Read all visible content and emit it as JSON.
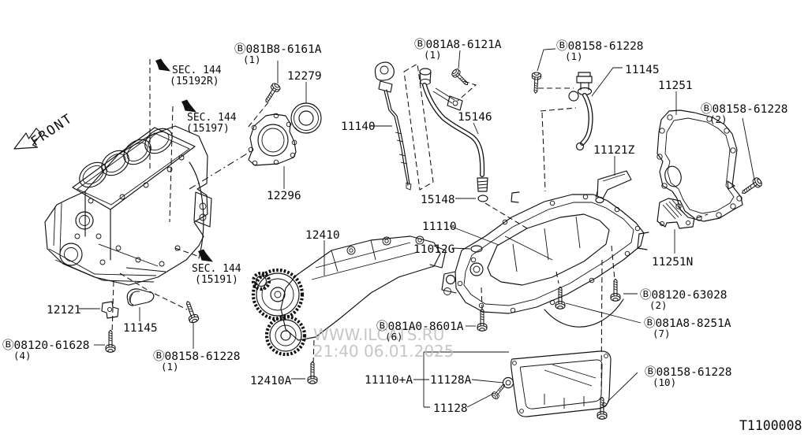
{
  "diagram_code": "T1100008",
  "orientation_label": "FRONT",
  "watermark": {
    "site": "WWW.ILCATS.RU",
    "datetime": "21:40 06.01.2025"
  },
  "section_refs": [
    {
      "name": "sec-144-15192r",
      "line1": "SEC. 144",
      "line2": "(15192R)"
    },
    {
      "name": "sec-144-15197",
      "line1": "SEC. 144",
      "line2": "(15197)"
    },
    {
      "name": "sec-144-15191",
      "line1": "SEC. 144",
      "line2": "(15191)"
    }
  ],
  "part_labels": [
    {
      "name": "bolt-081b8-6161a",
      "text": "Ⓑ081B8-6161A",
      "qty": "(1)"
    },
    {
      "name": "part-12279",
      "text": "12279"
    },
    {
      "name": "part-12296",
      "text": "12296"
    },
    {
      "name": "bolt-081a8-6121a",
      "text": "Ⓑ081A8-6121A",
      "qty": "(1)"
    },
    {
      "name": "part-11140",
      "text": "11140"
    },
    {
      "name": "part-15146",
      "text": "15146"
    },
    {
      "name": "part-15148",
      "text": "15148"
    },
    {
      "name": "bolt-08158-61228-a",
      "text": "Ⓑ08158-61228",
      "qty": "(1)"
    },
    {
      "name": "part-11145-filler",
      "text": "11145"
    },
    {
      "name": "part-11251",
      "text": "11251"
    },
    {
      "name": "bolt-08158-61228-b",
      "text": "Ⓑ08158-61228",
      "qty": "(2)"
    },
    {
      "name": "part-11121z",
      "text": "11121Z"
    },
    {
      "name": "part-11110",
      "text": "11110"
    },
    {
      "name": "part-11012g",
      "text": "11012G"
    },
    {
      "name": "part-12410",
      "text": "12410"
    },
    {
      "name": "part-12121",
      "text": "12121"
    },
    {
      "name": "part-11145-spacer",
      "text": "11145"
    },
    {
      "name": "bolt-08120-61628",
      "text": "Ⓑ08120-61628",
      "qty": "(4)"
    },
    {
      "name": "bolt-08158-61228-c",
      "text": "Ⓑ08158-61228",
      "qty": "(1)"
    },
    {
      "name": "part-12410a",
      "text": "12410A"
    },
    {
      "name": "bolt-081a0-8601a",
      "text": "Ⓑ081A0-8601A",
      "qty": "(6)"
    },
    {
      "name": "part-11110-plus-a",
      "text": "11110+A"
    },
    {
      "name": "part-11128a",
      "text": "11128A"
    },
    {
      "name": "part-11128",
      "text": "11128"
    },
    {
      "name": "bolt-08120-63028",
      "text": "Ⓑ08120-63028",
      "qty": "(2)"
    },
    {
      "name": "bolt-081a8-8251a",
      "text": "Ⓑ081A8-8251A",
      "qty": "(7)"
    },
    {
      "name": "part-11251n",
      "text": "11251N"
    },
    {
      "name": "bolt-08158-61228-d",
      "text": "Ⓑ08158-61228",
      "qty": "(10)"
    }
  ]
}
